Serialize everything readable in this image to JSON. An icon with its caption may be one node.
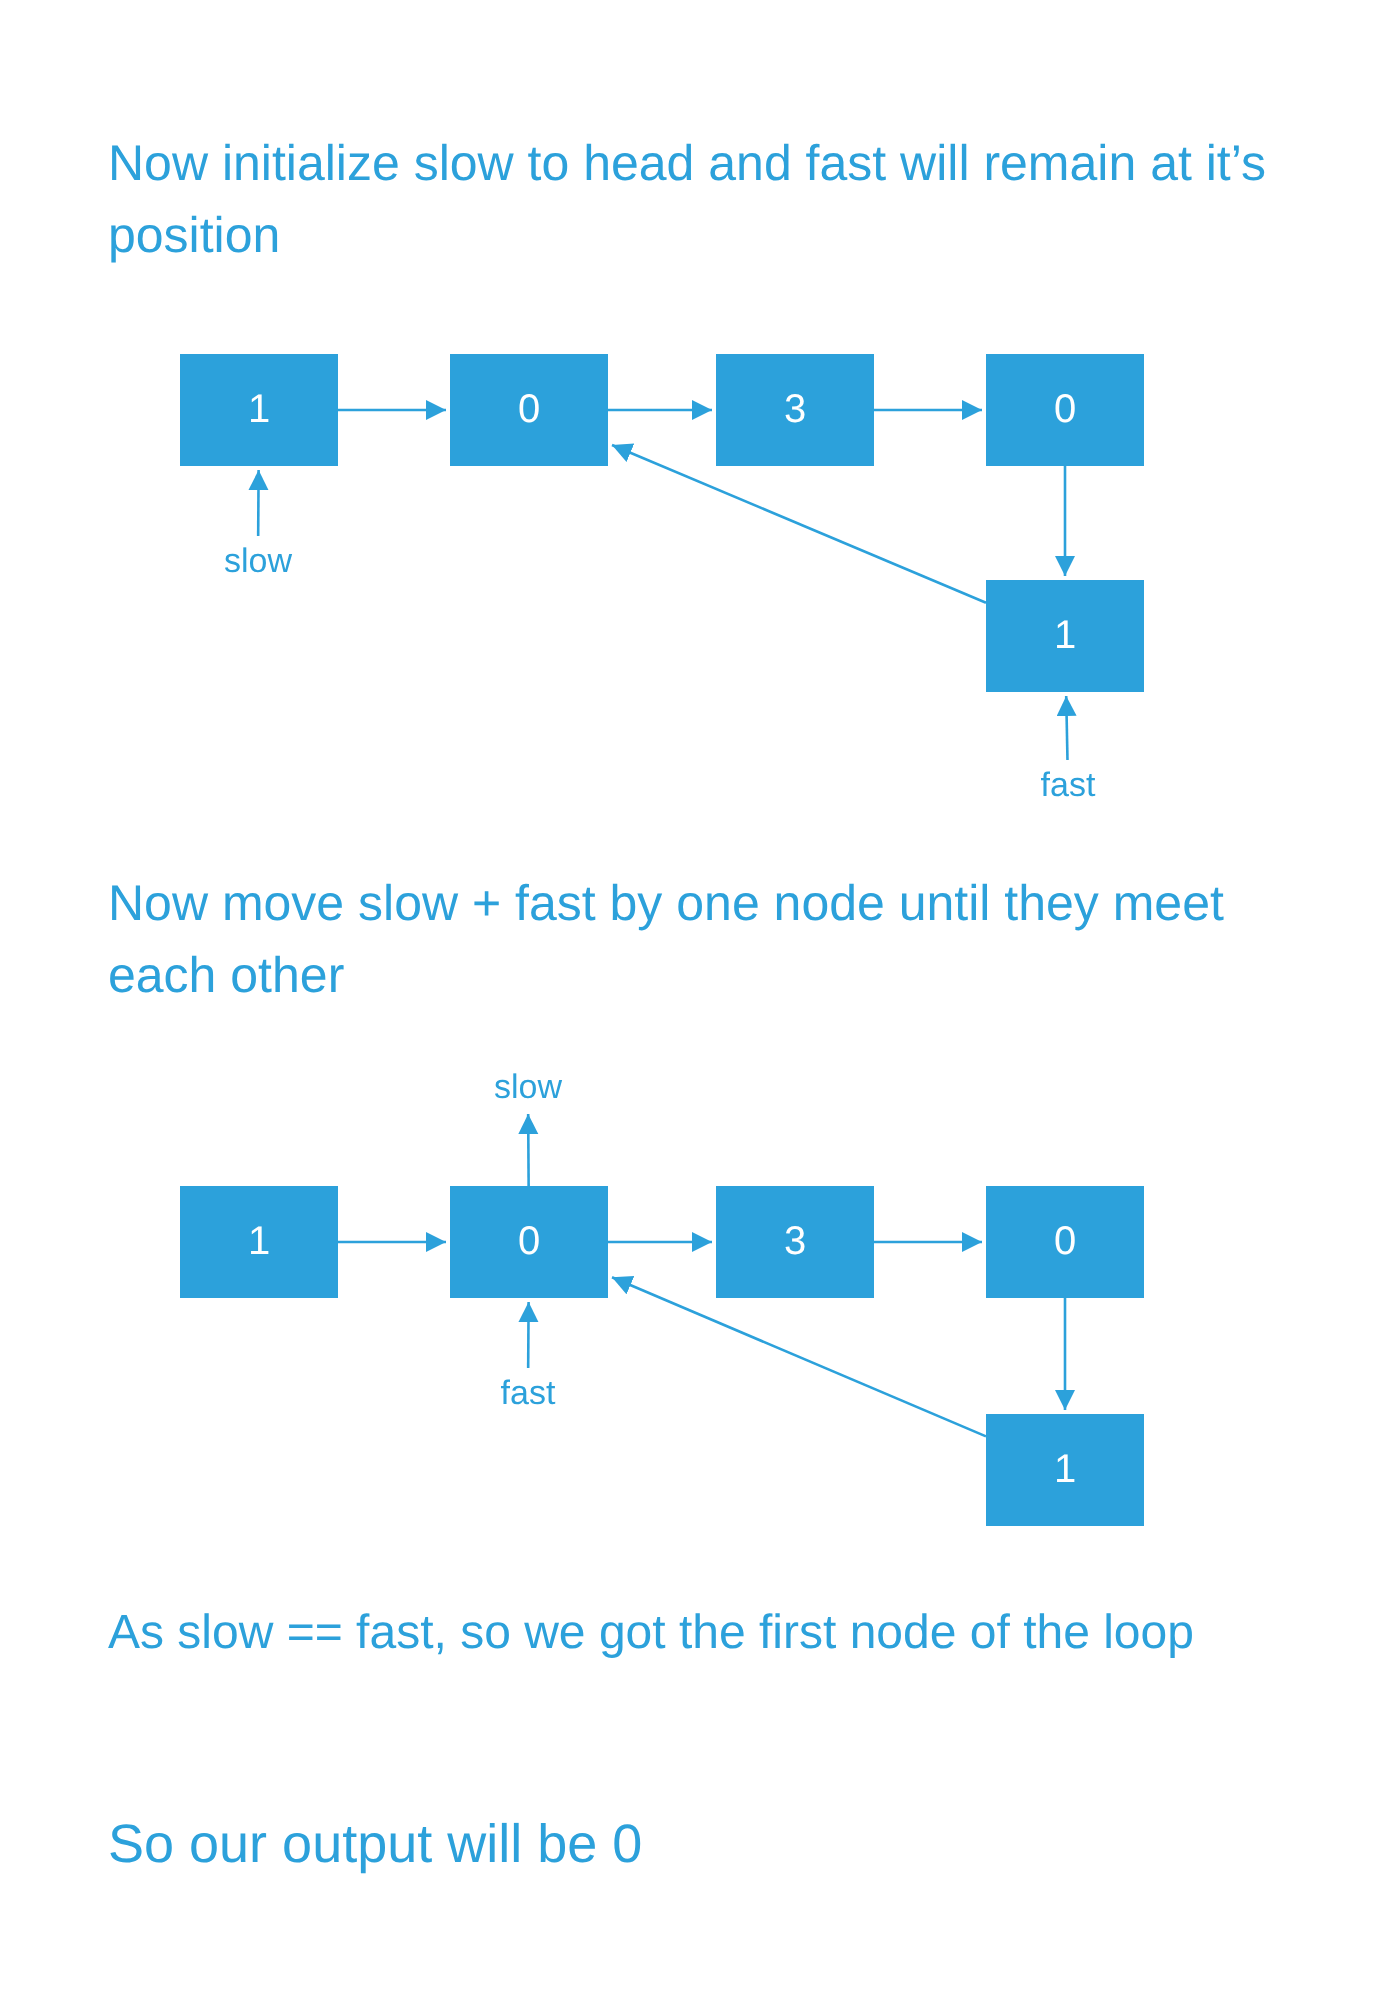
{
  "diagram": {
    "nodes": [
      {
        "text": [
          "1"
        ]
      },
      {
        "text": [
          "0"
        ]
      },
      {
        "text": [
          "3"
        ]
      },
      {
        "text": [
          "0"
        ]
      },
      {
        "text": [
          "1"
        ]
      },
      {
        "text": [
          "slow"
        ]
      },
      {
        "text": [
          "fast"
        ]
      },
      {
        "text": [
          "1"
        ]
      },
      {
        "text": [
          "0"
        ]
      },
      {
        "text": [
          "3"
        ]
      },
      {
        "text": [
          "0"
        ]
      },
      {
        "text": [
          "1"
        ]
      },
      {
        "text": [
          "slow"
        ]
      },
      {
        "text": [
          "fast"
        ]
      }
    ],
    "edges": [
      {
        "from": 0,
        "to": 1,
        "arrow": "to"
      },
      {
        "from": 1,
        "to": 2,
        "arrow": "to"
      },
      {
        "from": 2,
        "to": 3,
        "arrow": "to"
      },
      {
        "from": 3,
        "to": 4,
        "arrow": "to"
      },
      {
        "from": 4,
        "to": 1,
        "arrow": "to"
      },
      {
        "from": 5,
        "to": 0,
        "arrow": "to"
      },
      {
        "from": 6,
        "to": 4,
        "arrow": "to"
      },
      {
        "from": 7,
        "to": 8,
        "arrow": "to"
      },
      {
        "from": 8,
        "to": 9,
        "arrow": "to"
      },
      {
        "from": 9,
        "to": 10,
        "arrow": "to"
      },
      {
        "from": 10,
        "to": 11,
        "arrow": "to"
      },
      {
        "from": 11,
        "to": 8,
        "arrow": "to"
      },
      {
        "from": 8,
        "to": 12,
        "arrow": "to"
      },
      {
        "from": 13,
        "to": 8,
        "arrow": "to"
      }
    ],
    "labels": [
      "Now initialize slow to head and fast will remain at it’s position",
      "Now move slow + fast by one node until they meet each other",
      "As slow == fast, so we got the first node of the loop",
      "So our output will be 0"
    ]
  }
}
